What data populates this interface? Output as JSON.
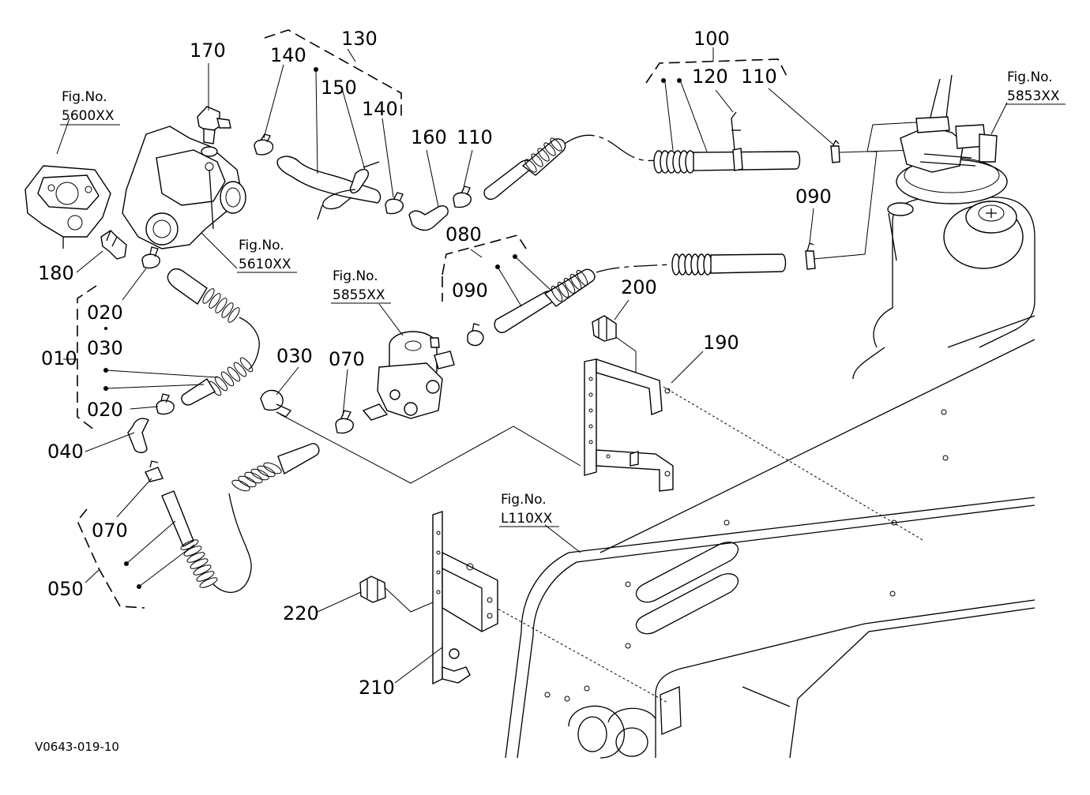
{
  "labels": {
    "p010": "010",
    "p020a": "020",
    "p020b": "020",
    "p030a": "030",
    "p030b": "030",
    "p040": "040",
    "p050": "050",
    "p070a": "070",
    "p070b": "070",
    "p080": "080",
    "p090a": "090",
    "p090b": "090",
    "p100": "100",
    "p110a": "110",
    "p110b": "110",
    "p120": "120",
    "p130": "130",
    "p140a": "140",
    "p140b": "140",
    "p150": "150",
    "p160": "160",
    "p170": "170",
    "p180": "180",
    "p190": "190",
    "p200": "200",
    "p210": "210",
    "p220": "220"
  },
  "fig_refs": {
    "f5600_title": "Fig.No.",
    "f5600_code": "5600XX",
    "f5610_title": "Fig.No.",
    "f5610_code": "5610XX",
    "f5855_title": "Fig.No.",
    "f5855_code": "5855XX",
    "f5853_title": "Fig.No.",
    "f5853_code": "5853XX",
    "fL110_title": "Fig.No.",
    "fL110_code": "L110XX"
  },
  "drawing_code": "V0643-019-10"
}
